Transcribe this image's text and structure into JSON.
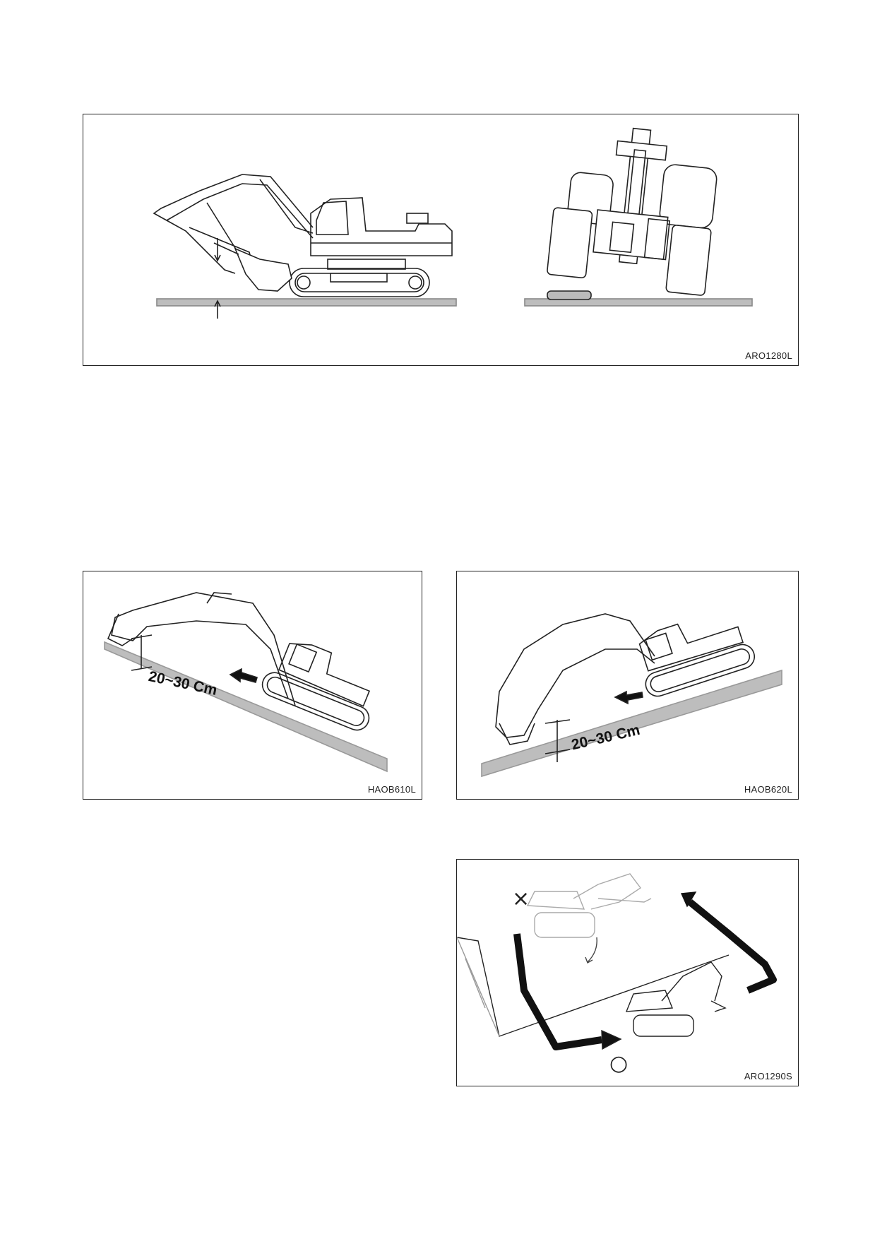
{
  "figures": {
    "fig1": {
      "code": "ARO1280L"
    },
    "fig2": {
      "code": "HAOB610L",
      "dimension": "20~30 Cm"
    },
    "fig3": {
      "code": "HAOB620L",
      "dimension": "20~30 Cm"
    },
    "fig4": {
      "code": "ARO1290S",
      "wrong_mark": "×",
      "right_mark": "○"
    }
  }
}
